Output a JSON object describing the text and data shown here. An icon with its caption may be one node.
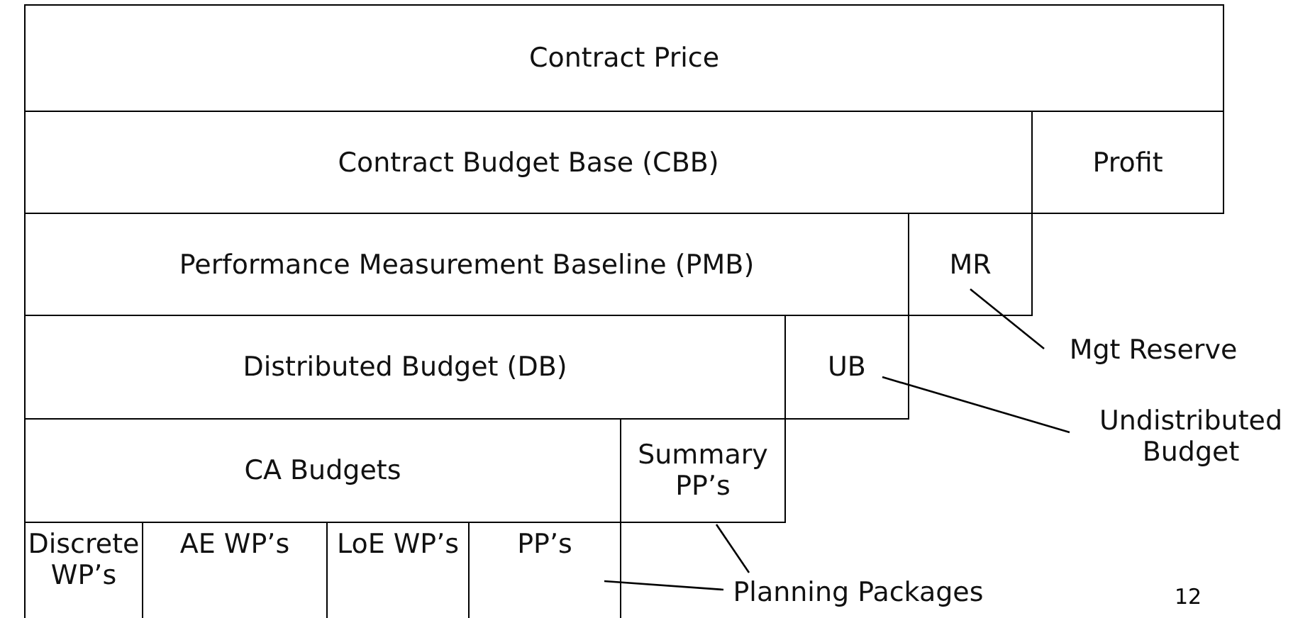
{
  "diagram": {
    "nodes": [
      {
        "text": [
          "Contract Price"
        ]
      },
      {
        "text": [
          "Contract Budget Base (CBB)"
        ]
      },
      {
        "text": [
          "Profit"
        ]
      },
      {
        "text": [
          "Performance Measurement Baseline (PMB)"
        ]
      },
      {
        "text": [
          "MR"
        ]
      },
      {
        "text": [
          "Distributed Budget (DB)"
        ]
      },
      {
        "text": [
          "UB"
        ]
      },
      {
        "text": [
          "CA Budgets"
        ]
      },
      {
        "text": [
          "Summary PP’s"
        ]
      },
      {
        "text": [
          "Discrete WP’s"
        ]
      },
      {
        "text": [
          "AE WP’s"
        ]
      },
      {
        "text": [
          "LoE WP’s"
        ]
      },
      {
        "text": [
          "PP’s"
        ]
      },
      {
        "text": [
          "Mgt Reserve"
        ]
      },
      {
        "text": [
          "Undistributed Budget"
        ]
      },
      {
        "text": [
          "Planning Packages"
        ]
      }
    ],
    "edges": [
      {
        "from": 4,
        "to": 13,
        "arrow": "none"
      },
      {
        "from": 6,
        "to": 14,
        "arrow": "none"
      },
      {
        "from": 8,
        "to": 15,
        "arrow": "none"
      },
      {
        "from": 12,
        "to": 15,
        "arrow": "none"
      }
    ],
    "labels": [
      "12"
    ]
  }
}
